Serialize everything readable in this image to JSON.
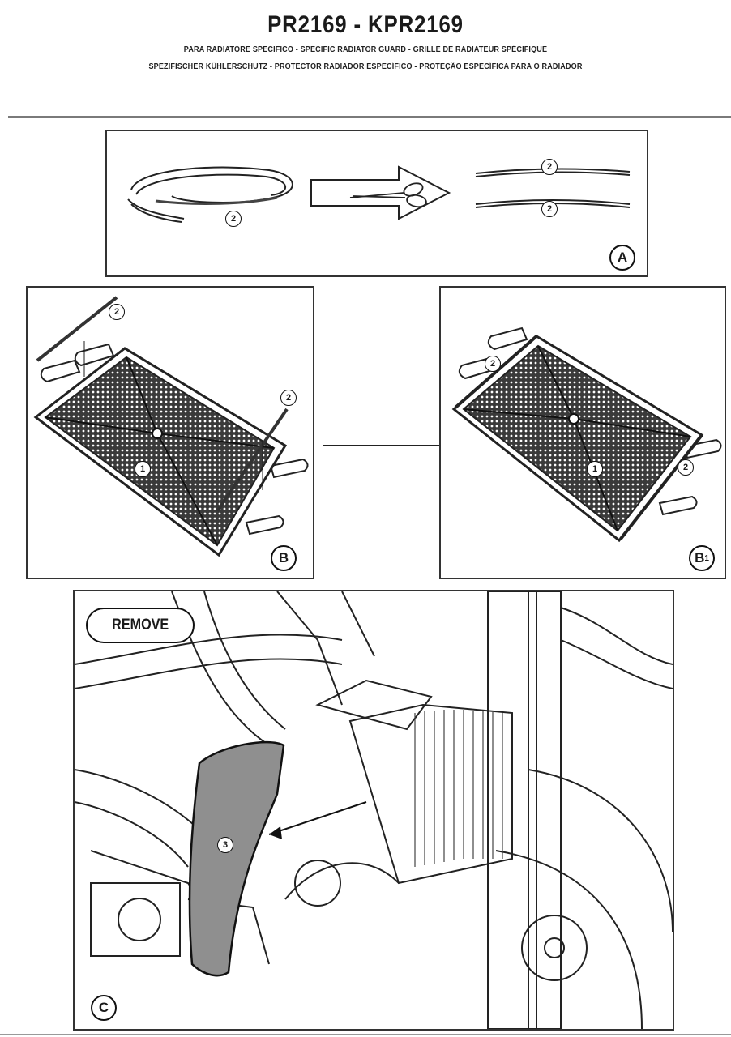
{
  "header": {
    "title": "PR2169 - KPR2169",
    "subtitle_line1": "PARA RADIATORE SPECIFICO - SPECIFIC RADIATOR GUARD - GRILLE DE RADIATEUR SPÉCIFIQUE",
    "subtitle_line2": "SPEZIFISCHER KÜHLERSCHUTZ - PROTECTOR RADIADOR ESPECÍFICO - PROTEÇÃO ESPECÍFICA PARA O RADIADOR"
  },
  "panels": {
    "a": {
      "label": "A",
      "callout_strip": "2",
      "callout_cut_top": "2",
      "callout_cut_bottom": "2"
    },
    "b": {
      "label": "B",
      "callout_strip_left": "2",
      "callout_strip_right": "2",
      "callout_guard": "1"
    },
    "b1": {
      "label": "B",
      "label_sub": "1",
      "callout_left": "2",
      "callout_right": "2",
      "callout_guard": "1"
    },
    "c": {
      "label": "C",
      "remove_label": "REMOVE",
      "callout_cover": "3"
    }
  },
  "colors": {
    "ink": "#1a1a1a",
    "rule": "#7a7a7a",
    "shading": "#8f8f8f"
  }
}
